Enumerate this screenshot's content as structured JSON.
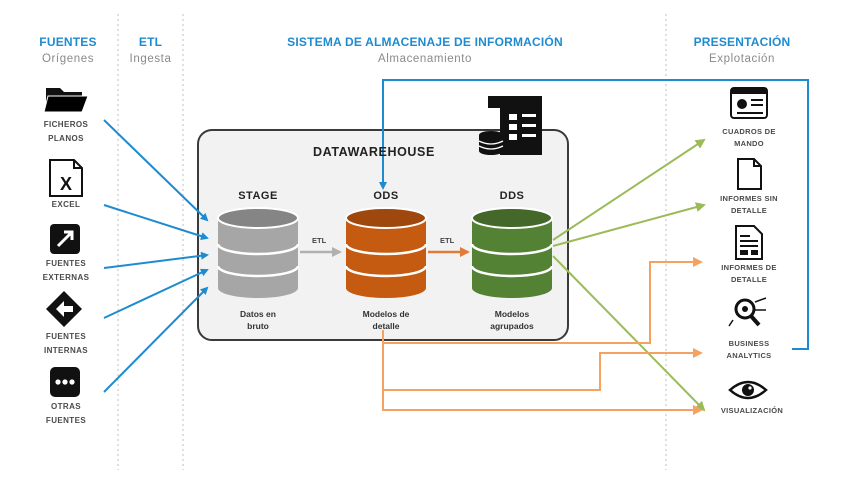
{
  "columns": {
    "sources": {
      "title": "FUENTES",
      "subtitle": "Orígenes"
    },
    "etl": {
      "title": "ETL",
      "subtitle": "Ingesta"
    },
    "storage": {
      "title": "SISTEMA DE ALMACENAJE DE INFORMACIÓN",
      "subtitle": "Almacenamiento"
    },
    "presentation": {
      "title": "PRESENTACIÓN",
      "subtitle": "Explotación"
    }
  },
  "sources": [
    {
      "icon": "folder-icon",
      "line1": "FICHEROS",
      "line2": "PLANOS"
    },
    {
      "icon": "excel-icon",
      "line1": "EXCEL",
      "line2": ""
    },
    {
      "icon": "external-link-icon",
      "line1": "FUENTES",
      "line2": "EXTERNAS"
    },
    {
      "icon": "signpost-icon",
      "line1": "FUENTES",
      "line2": "INTERNAS"
    },
    {
      "icon": "more-icon",
      "line1": "OTRAS",
      "line2": "FUENTES"
    }
  ],
  "warehouse": {
    "title": "DATAWAREHOUSE",
    "stage": {
      "title": "STAGE",
      "caption1": "Datos en",
      "caption2": "bruto",
      "color": "#a6a6a6"
    },
    "ods": {
      "title": "ODS",
      "caption1": "Modelos de",
      "caption2": "detalle",
      "color": "#c55a11"
    },
    "dds": {
      "title": "DDS",
      "caption1": "Modelos",
      "caption2": "agrupados",
      "color": "#548235"
    },
    "etl1": "ETL",
    "etl2": "ETL"
  },
  "outputs": [
    {
      "icon": "dashboard-icon",
      "line1": "CUADROS DE",
      "line2": "MANDO"
    },
    {
      "icon": "document-icon",
      "line1": "INFORMES SIN",
      "line2": "DETALLE"
    },
    {
      "icon": "detailed-report-icon",
      "line1": "INFORMES DE",
      "line2": "DETALLE"
    },
    {
      "icon": "analytics-icon",
      "line1": "BUSINESS",
      "line2": "ANALYTICS"
    },
    {
      "icon": "eye-icon",
      "line1": "VISUALIZACIÓN",
      "line2": ""
    }
  ],
  "colors": {
    "blue": "#1e8bd0",
    "orange": "#f4a261",
    "green": "#9bbb59",
    "gray": "#b0b0b0",
    "box_border": "#3a3a3a",
    "box_fill": "#f2f2f2"
  }
}
